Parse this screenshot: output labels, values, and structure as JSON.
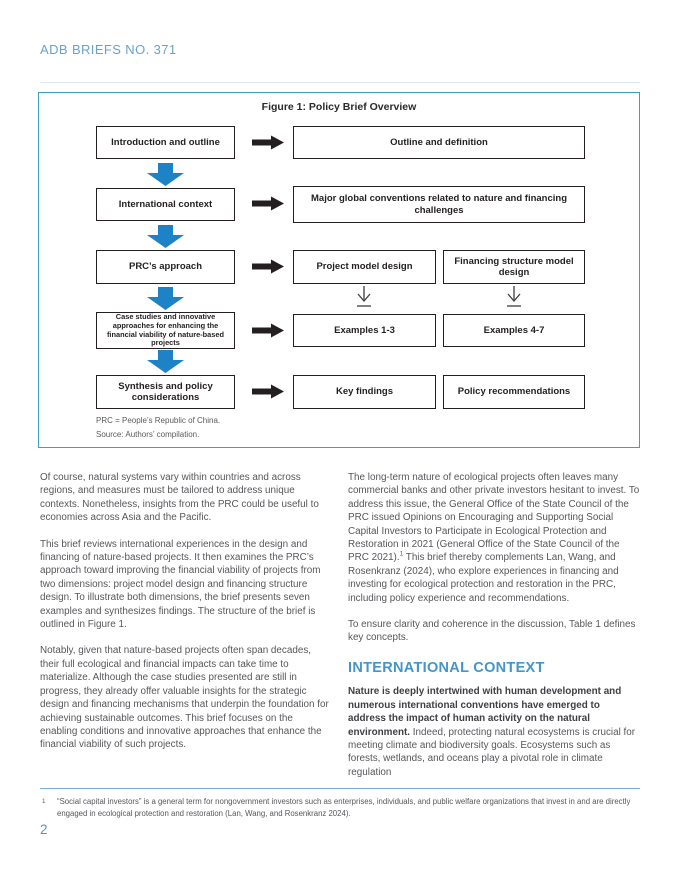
{
  "page": {
    "header": "ADB BRIEFS NO. 371",
    "page_number": "2"
  },
  "colors": {
    "figure_border_teal": "#3f9fc0",
    "header_blue": "#6aa2cc",
    "section_heading_blue": "#4395cb",
    "flow_arrow_blue": "#1d83c6",
    "flow_arrow_black": "#231f20",
    "body_text_gray": "#56575b"
  },
  "figure": {
    "title": "Figure 1: Policy Brief Overview",
    "rows": [
      {
        "left": "Introduction and outline",
        "right": "Outline and definition"
      },
      {
        "left": "International context",
        "right": "Major global conventions related to nature and financing challenges"
      },
      {
        "left": "PRC’s approach",
        "right_a": "Project model design",
        "right_b": "Financing structure model design"
      },
      {
        "left": "Case studies and innovative approaches for enhancing the financial viability of nature-based projects",
        "right_a": "Examples 1-3",
        "right_b": "Examples 4-7"
      },
      {
        "left": "Synthesis and policy considerations",
        "right_a": "Key findings",
        "right_b": "Policy recommendations"
      }
    ],
    "notes": [
      "PRC = People’s Republic of China.",
      "Source: Authors’ compilation."
    ]
  },
  "body": {
    "left": {
      "p1": "Of course, natural systems vary within countries and across regions, and measures must be tailored to address unique contexts. Nonetheless, insights from the PRC could be useful to economies across Asia and the Pacific.",
      "p2": "This brief reviews international experiences in the design and financing of nature-based projects. It then examines the PRC’s approach toward improving the financial viability of projects from two dimensions: project model design and financing structure design. To illustrate both dimensions, the brief presents seven examples and synthesizes findings. The structure of the brief is outlined in Figure 1.",
      "p3": "Notably, given that nature-based projects often span decades, their full ecological and financial impacts can take time to materialize. Although the case studies presented are still in progress, they already offer valuable insights for the strategic design and financing mechanisms that underpin the foundation for achieving sustainable outcomes. This brief focuses on the enabling conditions and innovative approaches that enhance the financial viability of such projects."
    },
    "right": {
      "p1a": "The long-term nature of ecological projects often leaves many commercial banks and other private investors hesitant to invest. To address this issue, the General Office of the State Council of the PRC issued Opinions on Encouraging and Supporting Social Capital Investors to Participate in Ecological Protection and Restoration in 2021 (General Office of the State Council of the PRC 2021).",
      "p1_sup": "1",
      "p1b": " This brief thereby complements Lan, Wang, and Rosenkranz (2024), who explore experiences in financing and investing for ecological protection and restoration in the PRC, including policy experience and recommendations.",
      "p2": "To ensure clarity and coherence in the discussion, Table 1 defines key concepts.",
      "heading": "INTERNATIONAL CONTEXT",
      "p3_bold": "Nature is deeply intertwined with human development and numerous international conventions have emerged to address the impact of human activity on the natural environment.",
      "p3_rest": "Indeed, protecting natural ecosystems is crucial for meeting climate and biodiversity goals. Ecosystems such as forests, wetlands, and oceans play a pivotal role in climate regulation"
    }
  },
  "footnote": {
    "marker": "1",
    "text": "“Social capital investors” is a general term for nongovernment investors such as enterprises, individuals, and public welfare organizations that invest in and are directly engaged in ecological protection and restoration (Lan, Wang, and Rosenkranz 2024)."
  }
}
